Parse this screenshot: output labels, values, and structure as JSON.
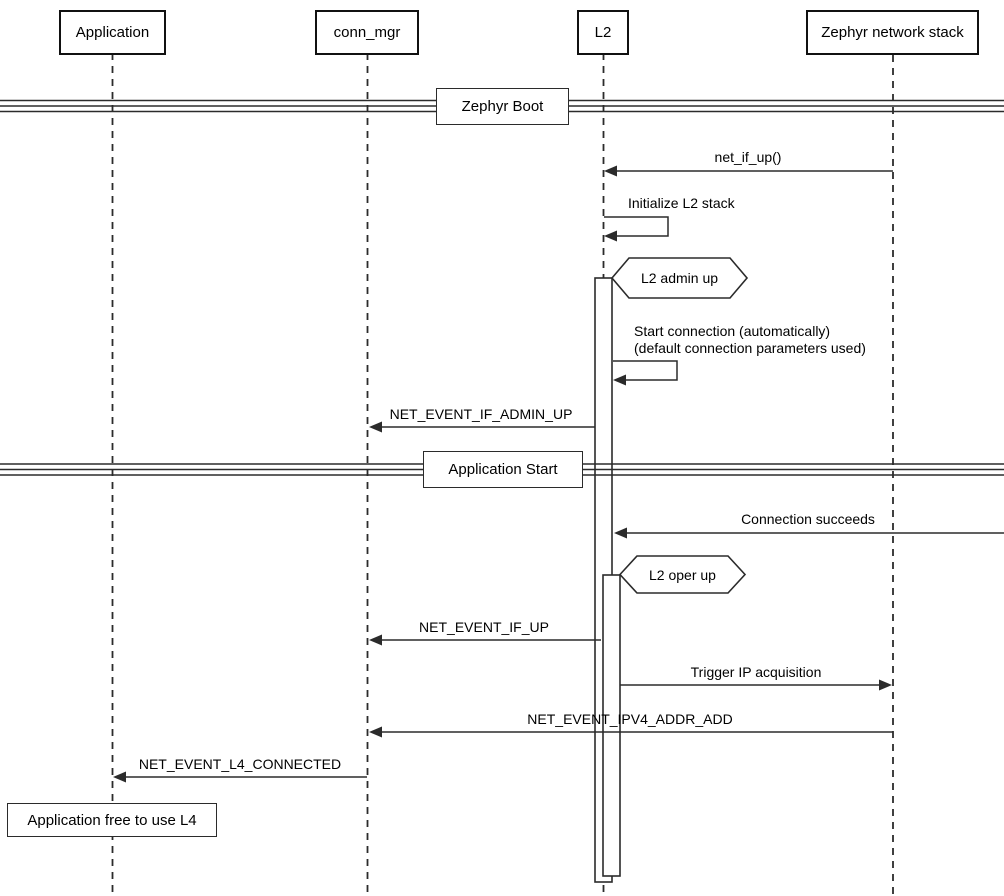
{
  "participants": [
    {
      "label": "Application"
    },
    {
      "label": "conn_mgr"
    },
    {
      "label": "L2"
    },
    {
      "label": "Zephyr network stack"
    }
  ],
  "dividers": [
    {
      "label": "Zephyr Boot"
    },
    {
      "label": "Application Start"
    }
  ],
  "messages": {
    "net_if_up": "net_if_up()",
    "initialize_l2": "Initialize L2 stack",
    "start_connection_line1": "Start connection (automatically)",
    "start_connection_line2": "(default connection parameters used)",
    "net_event_if_admin_up": "NET_EVENT_IF_ADMIN_UP",
    "connection_succeeds": "Connection succeeds",
    "net_event_if_up": "NET_EVENT_IF_UP",
    "trigger_ip_acquisition": "Trigger IP acquisition",
    "net_event_ipv4_addr_add": "NET_EVENT_IPV4_ADDR_ADD",
    "net_event_l4_connected": "NET_EVENT_L4_CONNECTED"
  },
  "notes": {
    "l2_admin_up": "L2 admin up",
    "l2_oper_up": "L2 oper up",
    "app_free_to_use_l4": "Application free to use L4"
  },
  "colors": {
    "line": "#2b2b2b",
    "participant_border": "#111111",
    "background": "#ffffff",
    "text": "#000000"
  }
}
